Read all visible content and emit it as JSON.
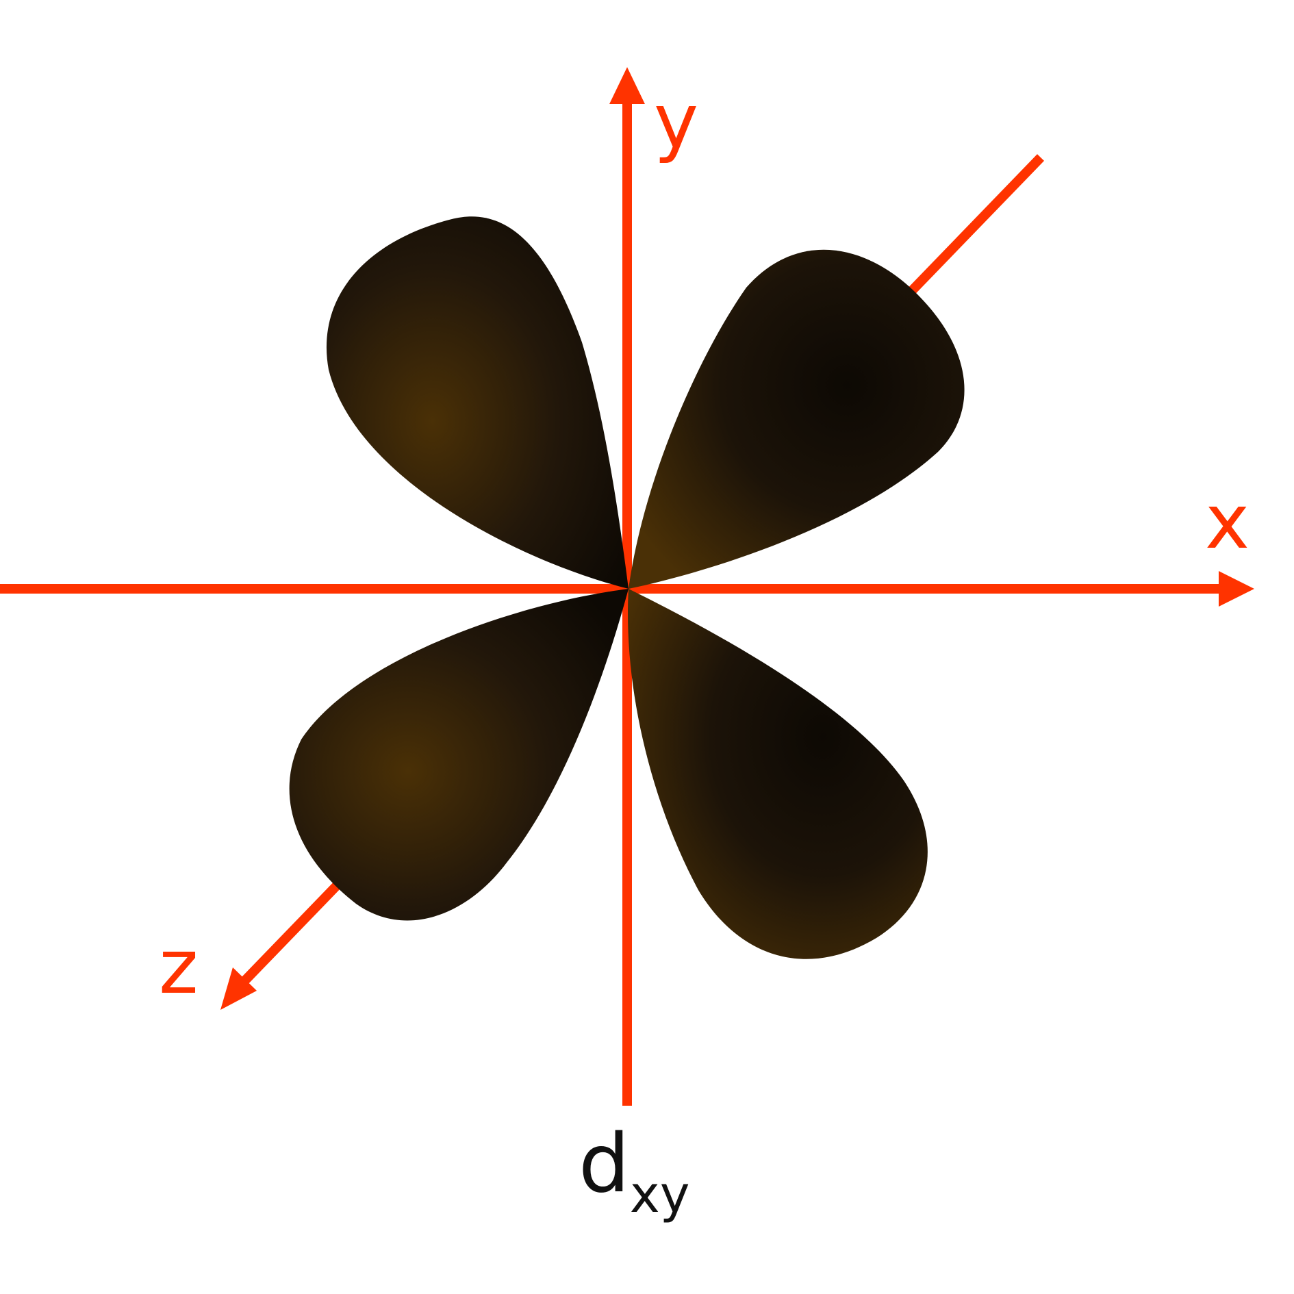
{
  "axes": {
    "x_label": "x",
    "y_label": "y",
    "z_label": "z",
    "color": "#ff3300"
  },
  "orbital": {
    "symbol": "d",
    "subscript": "xy",
    "lobe_count": 4,
    "lobe_color_dark": "#0d0904",
    "lobe_color_light": "#4a3006"
  }
}
